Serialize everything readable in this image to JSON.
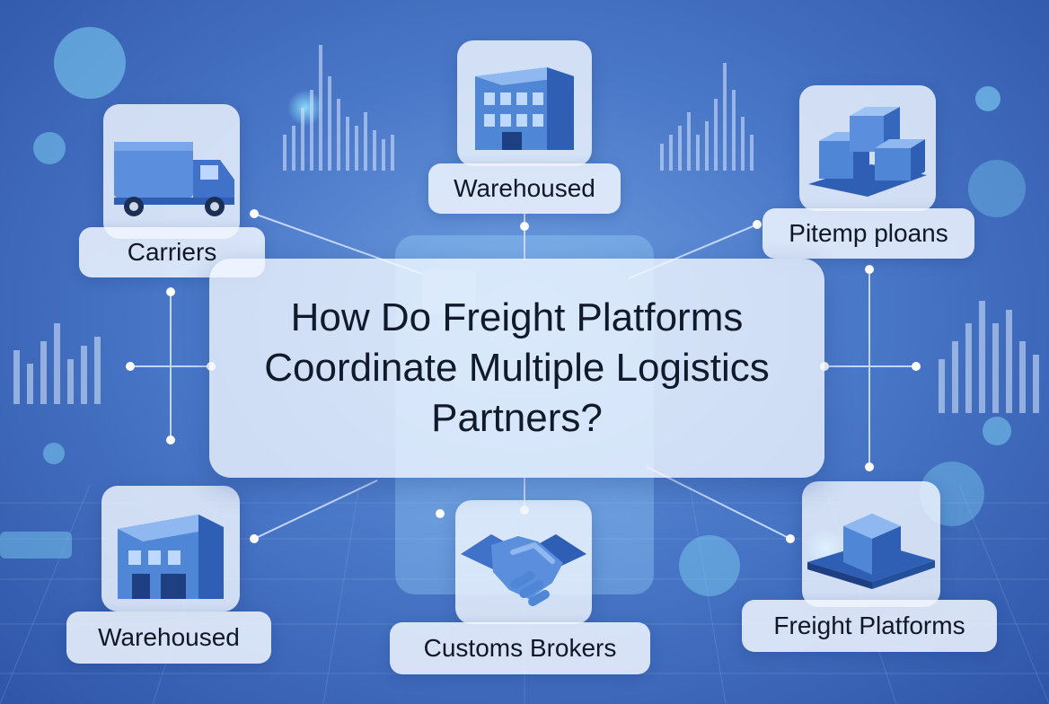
{
  "title": "How Do Freight Platforms Coordinate Multiple Logistics Partners?",
  "nodes": [
    {
      "id": "carriers",
      "label": "Carriers",
      "icon": "truck-icon"
    },
    {
      "id": "warehoused_top",
      "label": "Warehoused",
      "icon": "warehouse-building-icon"
    },
    {
      "id": "pitemp",
      "label": "Pitemp ploans",
      "icon": "stacked-boxes-icon"
    },
    {
      "id": "warehoused_bottom",
      "label": "Warehoused",
      "icon": "warehouse-icon"
    },
    {
      "id": "customs",
      "label": "Customs Brokers",
      "icon": "handshake-icon"
    },
    {
      "id": "freight",
      "label": "Freight Platforms",
      "icon": "cube-platform-icon"
    }
  ],
  "colors": {
    "background": "#4a78c8",
    "panel": "#eef4ff",
    "icon": "#4f86d6",
    "icon_dark": "#2e5fb4",
    "connector": "#cfe2ff"
  }
}
